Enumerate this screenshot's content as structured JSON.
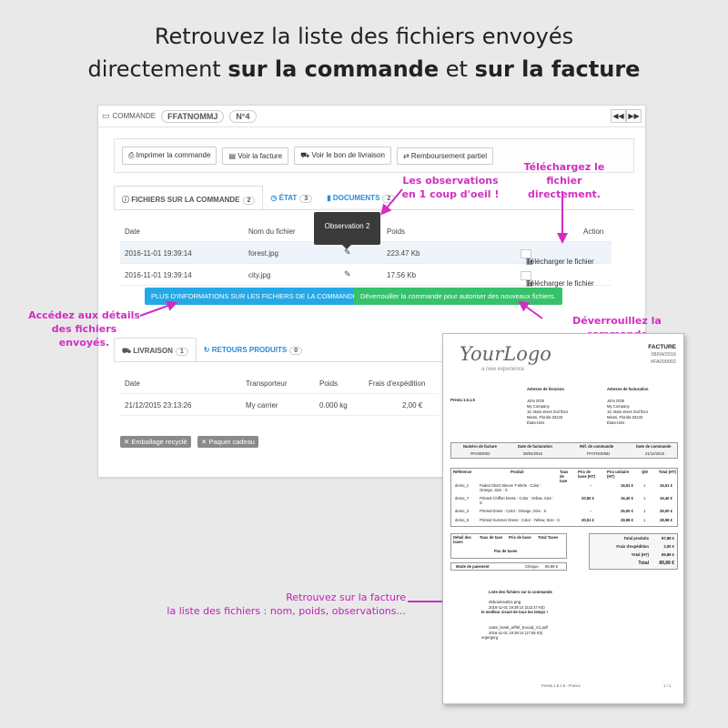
{
  "headline": {
    "line1": "Retrouvez la liste des fichiers envoyés",
    "line2_a": "directement ",
    "line2_b": "sur la commande",
    "line2_c": " et ",
    "line2_d": "sur la facture"
  },
  "order": {
    "label": "COMMANDE",
    "reference": "FFATNOMMJ",
    "number": "N°4",
    "nav_prev": "◀◀",
    "nav_next": "▶▶"
  },
  "toolbar": {
    "print": "Imprimer la commande",
    "invoice": "Voir la facture",
    "delivery": "Voir le bon de livraison",
    "refund": "Remboursement partiel"
  },
  "tabs": {
    "files": "FICHIERS SUR LA COMMANDE",
    "files_count": "2",
    "state": "ÉTAT",
    "state_count": "3",
    "documents": "DOCUMENTS",
    "documents_count": "2"
  },
  "files_table": {
    "headers": [
      "Date",
      "Nom du fichier",
      "Poids",
      "Action"
    ],
    "rows": [
      {
        "date": "2016-11-01 19:39:14",
        "name": "forest.jpg",
        "weight": "223.47 Kb",
        "action": "Télécharger le fichier"
      },
      {
        "date": "2016-11-01 19:39:14",
        "name": "city.jpg",
        "weight": "17.56 Kb",
        "action": "Télécharger le fichier"
      }
    ],
    "tooltip": "Observation 2"
  },
  "buttons": {
    "more_info": "PLUS D'INFORMATIONS SUR LES FICHIERS DE LA COMMANDE",
    "unlock": "Déverrouiller la commande pour autoriser des nouveaux fichiers."
  },
  "shipping_tabs": {
    "delivery": "LIVRAISON",
    "delivery_count": "1",
    "returns": "RETOURS PRODUITS",
    "returns_count": "0"
  },
  "shipping_table": {
    "headers": [
      "Date",
      "Transporteur",
      "Poids",
      "Frais d'expédition"
    ],
    "row": {
      "date": "21/12/2015 23:13:26",
      "carrier": "My carrier",
      "weight": "0.000 kg",
      "fees": "2,00 €"
    }
  },
  "tags": [
    "Emballage recyclé",
    "Paquet cadeau"
  ],
  "annotations": {
    "observations": "Les observations\nen 1 coup d'oeil !",
    "download": "Téléchargez le fichier\ndirectement.",
    "details": "Accédez aux détails\ndes fichiers envoyés.",
    "unlock": "Déverrouillez la commande",
    "invoice": "Retrouvez sur la facture\nla liste des fichiers : nom, poids, observations..."
  },
  "invoice": {
    "logo": "YourLogo",
    "logo_sub": "a new experience",
    "title": "FACTURE",
    "date": "08/04/2016",
    "number": "#FA000002",
    "shop": "Presta 1.6.1.5",
    "delivery_title": "Adresse de livraison",
    "billing_title": "Adresse de facturation",
    "address": [
      "John DOE",
      "My Company",
      "16, Main street 2nd floor",
      "Miami, Florida 33133",
      "États-Unis"
    ],
    "info_headers": [
      "Numéro de facture",
      "Date de facturation",
      "Réf. de commande",
      "Date de commande"
    ],
    "info_values": [
      "#FA000002",
      "08/04/2016",
      "FFATNOMMJ",
      "21/12/2015"
    ],
    "product_headers": [
      "Référence",
      "Produit",
      "Taux de taxe",
      "Prix de base (HT)",
      "Prix unitaire (HT)",
      "Qté",
      "Total (HT)"
    ],
    "products": [
      {
        "ref": "demo_1",
        "name": "Faded Short Sleeve T-shirts - Color : Orange, Size : S",
        "tax": "--",
        "base": "",
        "unit": "16,51 €",
        "qty": "1",
        "total": "16,51 €"
      },
      {
        "ref": "demo_7",
        "name": "Printed Chiffon Dress - Color : Yellow, Size : S",
        "tax": "",
        "base": "20,50 €",
        "unit": "16,40 €",
        "qty": "1",
        "total": "16,40 €"
      },
      {
        "ref": "demo_3",
        "name": "Printed Dress - Color : Orange, Size : S",
        "tax": "--",
        "base": "",
        "unit": "26,00 €",
        "qty": "1",
        "total": "26,00 €"
      },
      {
        "ref": "demo_5",
        "name": "Printed Summer Dress - Color : Yellow, Size : S",
        "tax": "",
        "base": "30,51 €",
        "unit": "28,98 €",
        "qty": "1",
        "total": "28,98 €"
      }
    ],
    "tax_headers": [
      "Détail des taxes",
      "Taux de taxe",
      "Prix de base",
      "Total Taxes"
    ],
    "tax_row": "Pas de taxes",
    "payment_label": "Mode de paiement",
    "payment_value": "Chèque",
    "payment_amount": "89,89 €",
    "totals": [
      {
        "label": "Total produits",
        "value": "87,89 €"
      },
      {
        "label": "Frais d'expédition",
        "value": "2,00 €"
      },
      {
        "label": "Total (HT)",
        "value": "89,89 €"
      }
    ],
    "grand_total_label": "Total",
    "grand_total_value": "89,89 €",
    "files_title": "Liste des fichiers sur la commande",
    "file1_name": "dsbosinsotb1.png",
    "file1_meta": "2016-11-01 19:39:14 (223.47 Kb)",
    "file1_obs": "le meilleur visuel de tous les temps !",
    "file2_name": "carte_hotel_eiffel_trocad_V1.pdf",
    "file2_meta": "2016-11-01 19:39:14 (17.56 Kb)",
    "file2_obs": "ergergerg",
    "footer": "Presta 1.6.1.5 - France",
    "page": "1 / 1"
  }
}
